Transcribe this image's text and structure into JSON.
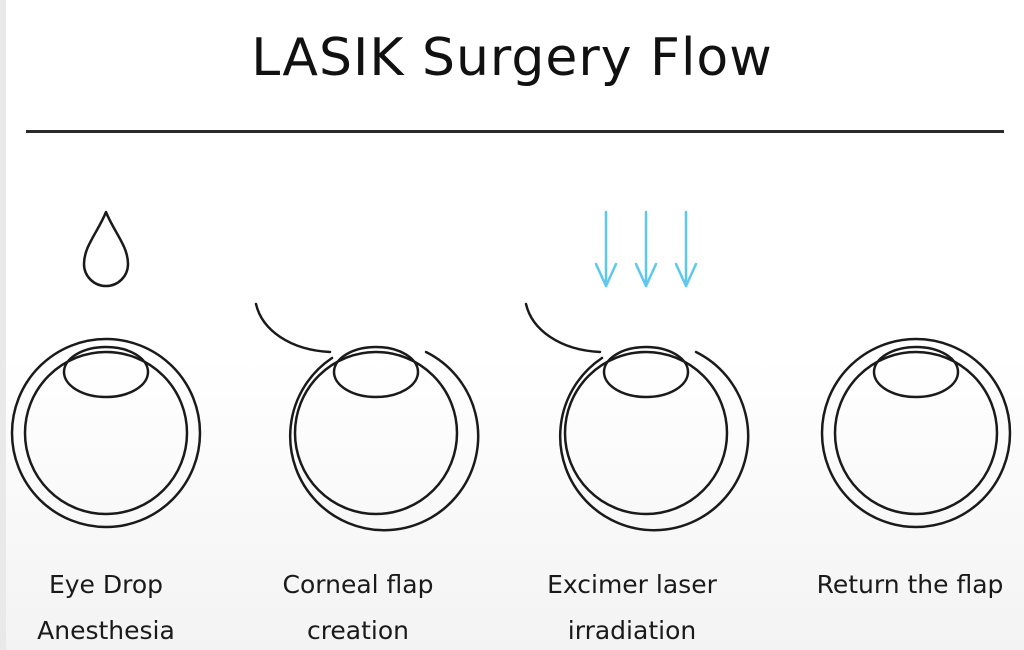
{
  "title": "LASIK Surgery Flow",
  "colors": {
    "line": "#1a1a1a",
    "laser": "#5ec8ec"
  },
  "steps": [
    {
      "line1": "Eye Drop",
      "line2": "Anesthesia",
      "icon": "eye-drop-icon"
    },
    {
      "line1": "Corneal flap",
      "line2": "creation",
      "icon": "corneal-flap-icon"
    },
    {
      "line1": "Excimer laser",
      "line2": "irradiation",
      "icon": "laser-arrows-icon"
    },
    {
      "line1": "Return the flap",
      "line2": "",
      "icon": "eye-icon"
    }
  ]
}
